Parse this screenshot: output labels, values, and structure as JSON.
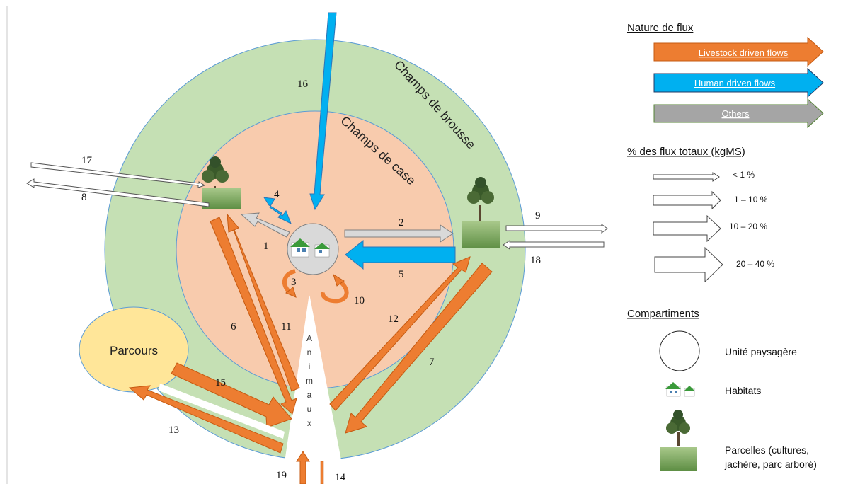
{
  "zones": {
    "outer_label": "Champs de brousse",
    "inner_label": "Champs de case",
    "parcours_label": "Parcours",
    "animaux_letters": [
      "A",
      "n",
      "i",
      "m",
      "a",
      "u",
      "x"
    ]
  },
  "flow_numbers": [
    "1",
    "2",
    "3",
    "4",
    "5",
    "6",
    "7",
    "8",
    "9",
    "10",
    "11",
    "12",
    "13",
    "14",
    "15",
    "16",
    "17",
    "18",
    "19"
  ],
  "legend": {
    "nature_title": "Nature de flux",
    "nature_items": [
      {
        "label": "Livestock driven flows",
        "color": "#ed7d31"
      },
      {
        "label": "Human driven flows",
        "color": "#00b0f0"
      },
      {
        "label": "Others",
        "color": "#a5a5a5"
      }
    ],
    "pct_title": "% des flux totaux (kgMS)",
    "pct_items": [
      "< 1 %",
      "1 – 10 %",
      "10 – 20 %",
      "20 – 40 %"
    ],
    "comp_title": "Compartiments",
    "comp_items": [
      "Unité paysagère",
      "Habitats",
      "Parcelles (cultures,",
      "jachère, parc arboré)"
    ]
  },
  "colors": {
    "outer_ring": "#c5e0b4",
    "inner_zone": "#f8cbad",
    "parcours": "#ffe699",
    "center": "#d9d9d9",
    "livestock": "#ed7d31",
    "human": "#00b0f0",
    "others": "#d9d9d9"
  }
}
